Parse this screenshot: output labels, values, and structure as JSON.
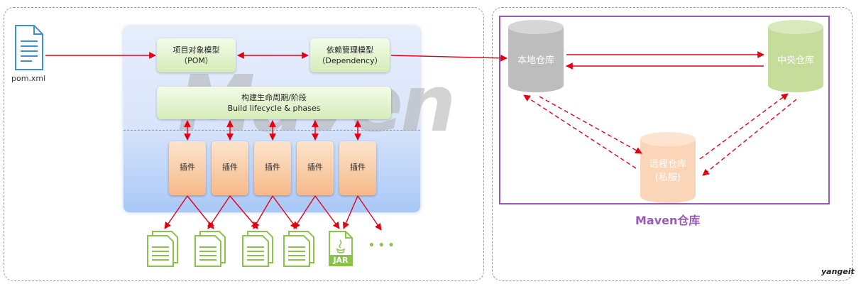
{
  "pom": {
    "filename": "pom.xml"
  },
  "core": {
    "watermark": "Maven",
    "project_model": {
      "line1": "项目对象模型",
      "line2": "（POM）"
    },
    "dependency_model": {
      "line1": "依赖管理模型",
      "line2": "（Dependency）"
    },
    "lifecycle": {
      "line1": "构建生命周期/阶段",
      "line2": "Build lifecycle & phases"
    },
    "plugins": [
      "插件",
      "插件",
      "插件",
      "插件",
      "插件"
    ]
  },
  "outputs": {
    "jar_label": "JAR",
    "more": "• • •"
  },
  "repository": {
    "title": "Maven仓库",
    "local": "本地仓库",
    "central": "中央仓库",
    "remote": {
      "line1": "远程仓库",
      "line2": "(私服)"
    }
  },
  "brand": "yangeit",
  "colors": {
    "arrow": "#e60012",
    "repo_frame": "#9b59b6",
    "local_repo": "#bdbdbd",
    "central_repo": "#c5dc9a",
    "remote_repo": "#fbd5b8",
    "jar_green": "#8bc34a"
  }
}
